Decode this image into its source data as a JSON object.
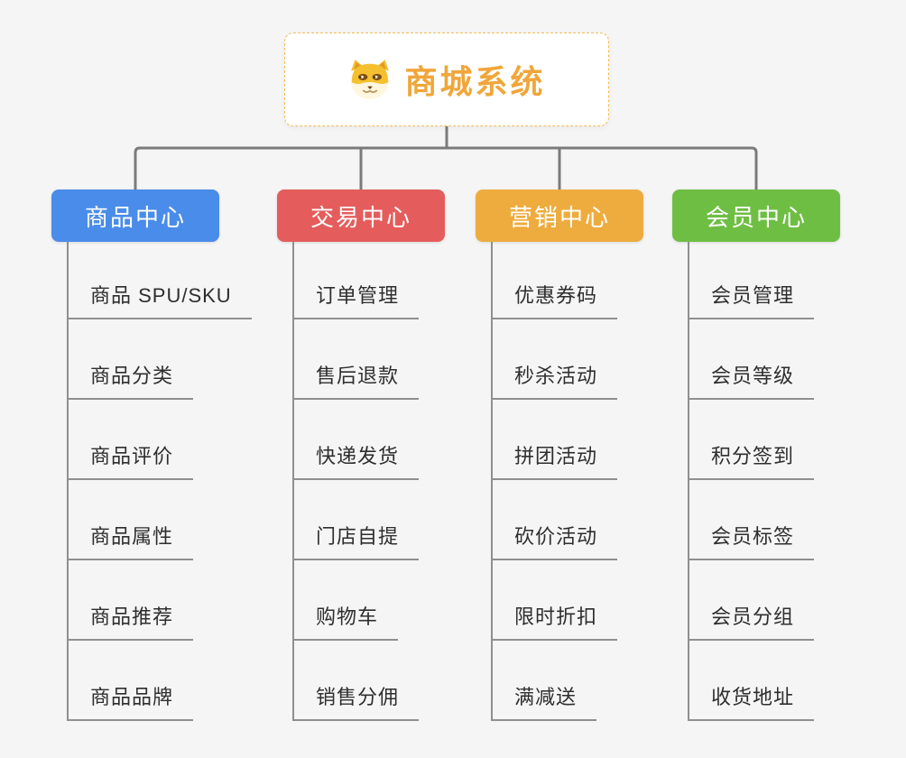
{
  "root": {
    "title": "商城系统",
    "icon": "shiba-dog-icon"
  },
  "branches": [
    {
      "label": "商品中心",
      "color": "#4a8ce9",
      "items": [
        "商品 SPU/SKU",
        "商品分类",
        "商品评价",
        "商品属性",
        "商品推荐",
        "商品品牌"
      ]
    },
    {
      "label": "交易中心",
      "color": "#e45d5c",
      "items": [
        "订单管理",
        "售后退款",
        "快递发货",
        "门店自提",
        "购物车",
        "销售分佣"
      ]
    },
    {
      "label": "营销中心",
      "color": "#eeac3e",
      "items": [
        "优惠券码",
        "秒杀活动",
        "拼团活动",
        "砍价活动",
        "限时折扣",
        "满减送"
      ]
    },
    {
      "label": "会员中心",
      "color": "#6fbe44",
      "items": [
        "会员管理",
        "会员等级",
        "积分签到",
        "会员标签",
        "会员分组",
        "收货地址"
      ]
    }
  ],
  "colors": {
    "background": "#f5f5f5",
    "connector": "#7b7b7b",
    "item_line": "#8f8f8f",
    "root_accent": "#f0a63a",
    "root_border": "#f5bc55"
  }
}
